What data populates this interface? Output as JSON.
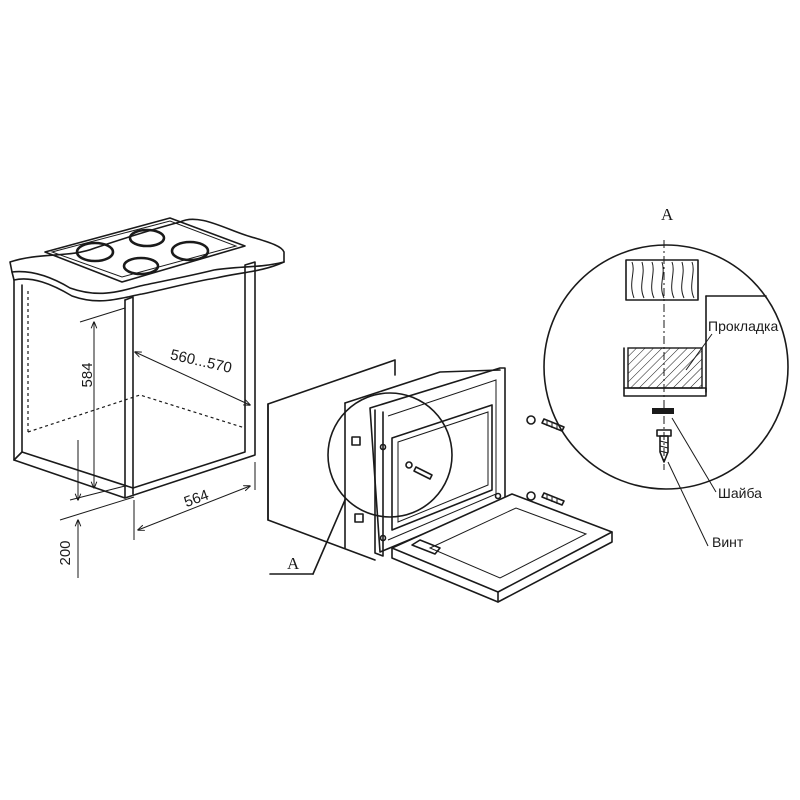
{
  "dimensions": {
    "height_584": "584",
    "width_560_570": "560...570",
    "depth_564": "564",
    "plinth_200": "200"
  },
  "callouts": {
    "detail_label_main": "A",
    "detail_label_zoom": "A"
  },
  "detail_parts": {
    "gasket": "Прокладка",
    "washer": "Шайба",
    "screw": "Винт"
  }
}
